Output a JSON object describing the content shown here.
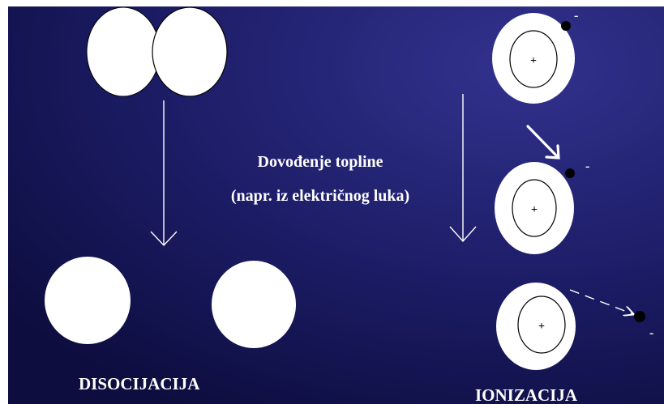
{
  "heat_line1": "Dovođenje topline",
  "heat_line2": "(napr. iz električnog luka)",
  "label_left": "DISOCIJACIJA",
  "label_right": "IONIZACIJA",
  "nucleus_charge": "+",
  "electron_charge": "-",
  "colors": {
    "background_center": "#2e2e8a",
    "background_edge": "#0d0d3f",
    "foreground": "#ffffff"
  }
}
